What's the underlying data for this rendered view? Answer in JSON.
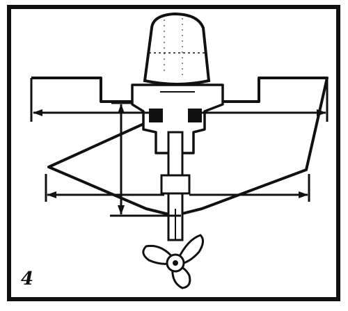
{
  "figure": {
    "number": "4",
    "subject": "outboard-motor-on-transom",
    "colors": {
      "ink": "#111111",
      "paper": "#ffffff"
    },
    "parts": {
      "frame": "border-frame",
      "hull": "boat-transom-outline",
      "motor": "outboard-motor",
      "propeller": "propeller"
    },
    "dimensions": [
      {
        "id": "transom-width",
        "orientation": "horizontal"
      },
      {
        "id": "bottom-width",
        "orientation": "horizontal"
      },
      {
        "id": "transom-height",
        "orientation": "vertical"
      }
    ]
  }
}
